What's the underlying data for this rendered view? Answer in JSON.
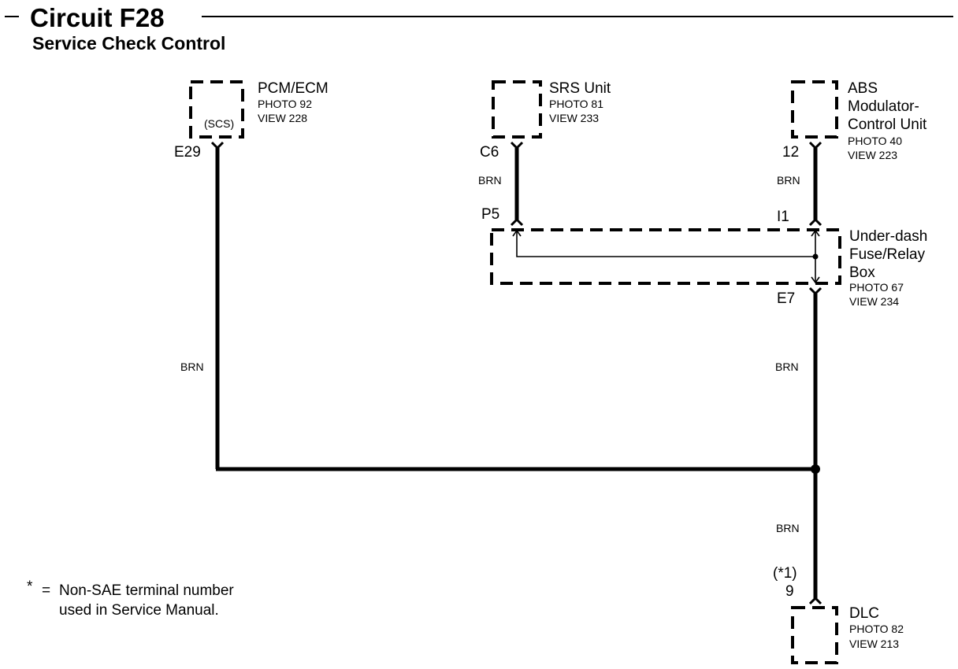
{
  "header": {
    "title": "Circuit F28",
    "subtitle": "Service Check Control"
  },
  "components": {
    "pcm": {
      "name": "PCM/ECM",
      "photo": "PHOTO 92",
      "view": "VIEW 228",
      "inner_label": "(SCS)",
      "pin": "E29"
    },
    "srs": {
      "name": "SRS Unit",
      "photo": "PHOTO 81",
      "view": "VIEW 233",
      "pin": "C6"
    },
    "abs": {
      "name_line1": "ABS",
      "name_line2": "Modulator-",
      "name_line3": "Control Unit",
      "photo": "PHOTO 40",
      "view": "VIEW 223",
      "pin": "12"
    },
    "fuse_box": {
      "name_line1": "Under-dash",
      "name_line2": "Fuse/Relay",
      "name_line3": "Box",
      "photo": "PHOTO 67",
      "view": "VIEW 234",
      "pin_left": "P5",
      "pin_right": "I1",
      "pin_bottom": "E7"
    },
    "dlc": {
      "name": "DLC",
      "photo": "PHOTO 82",
      "view": "VIEW 213",
      "pin_note": "(*1)",
      "pin": "9"
    }
  },
  "wires": {
    "pcm_wire": "BRN",
    "srs_wire": "BRN",
    "abs_wire": "BRN",
    "fuse_to_splice": "BRN",
    "splice_to_dlc": "BRN"
  },
  "footnote": {
    "symbol": "*",
    "equals": "=",
    "line1": "Non-SAE terminal number",
    "line2": "used in Service Manual."
  }
}
